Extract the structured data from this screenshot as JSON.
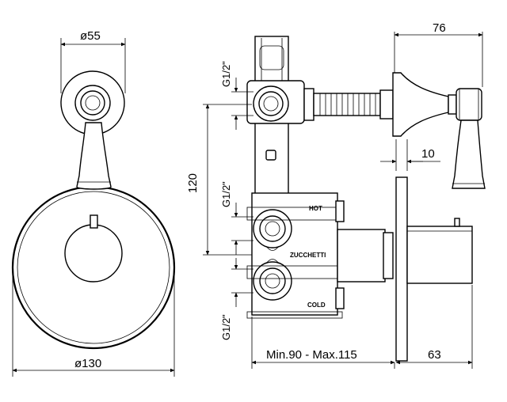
{
  "dimensions": {
    "d55": "ø55",
    "d130": "ø130",
    "d76": "76",
    "d10": "10",
    "d120": "120",
    "g12_top": "G1/2\"",
    "g12_mid": "G1/2\"",
    "g12_bot": "G1/2\"",
    "minmax": "Min.90 - Max.115",
    "d63": "63"
  },
  "labels": {
    "hot": "HOT",
    "brand": "ZUCCHETTI",
    "cold": "COLD"
  }
}
